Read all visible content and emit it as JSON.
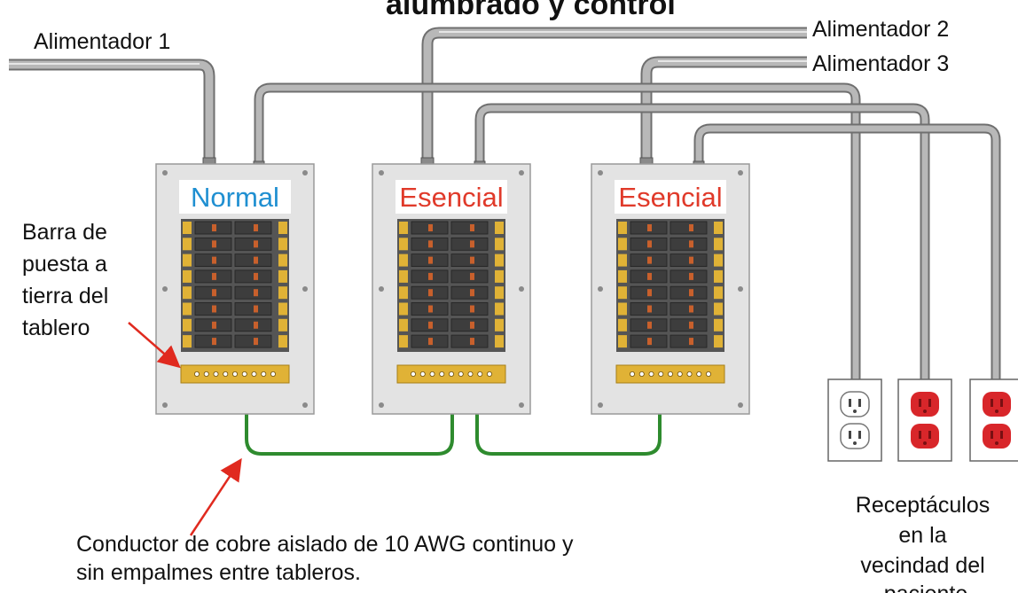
{
  "title": "alumbrado y control",
  "feeders": [
    "Alimentador 1",
    "Alimentador 2",
    "Alimentador 3"
  ],
  "panels": [
    {
      "label": "Normal",
      "color": "#1f8fd1"
    },
    {
      "label": "Esencial",
      "color": "#e03a2a"
    },
    {
      "label": "Esencial",
      "color": "#e03a2a"
    }
  ],
  "ground_bar_label": [
    "Barra de",
    "puesta a",
    "tierra del",
    "tablero"
  ],
  "conductor_note": [
    "Conductor de cobre aislado de 10 AWG continuo y",
    "sin empalmes entre tableros."
  ],
  "receptacles_label": [
    "Receptáculos",
    "en la",
    "vecindad del",
    "paciente"
  ],
  "colors": {
    "conduit": "#a7a7a7",
    "conduit_edge": "#6f6f6f",
    "panel": "#e3e3e3",
    "breaker": "#4a4a4a",
    "busbar": "#e0b236",
    "ground_wire": "#2e8b2e",
    "arrow": "#e02a1f",
    "receptacle_red": "#d8262a"
  }
}
